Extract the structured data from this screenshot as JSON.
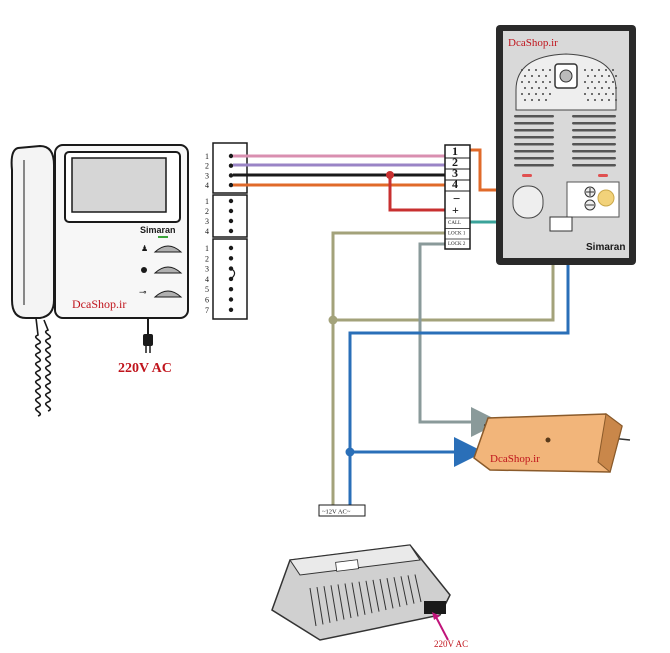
{
  "watermark": "DcaShop.ir",
  "monitor": {
    "brand": "Simaran",
    "power_label": "220V AC"
  },
  "terminal_strip": {
    "group_a": [
      "1",
      "2",
      "3",
      "4"
    ],
    "group_b": [
      "1",
      "2",
      "3",
      "4"
    ],
    "group_c": [
      "1",
      "2",
      "3",
      "4",
      "5",
      "6",
      "7"
    ]
  },
  "junction": {
    "numbers": [
      "1",
      "2",
      "3",
      "4"
    ],
    "minus": "−",
    "plus": "+",
    "labels": [
      "CALL",
      "LOCK 1",
      "LOCK 2"
    ]
  },
  "door_panel": {
    "brand": "Simaran"
  },
  "power_box_label": "~12V AC~",
  "supply_label": "220V AC",
  "wire_colors": {
    "pink": "#d98fb0",
    "purple": "#9a84c6",
    "black": "#1a1a1a",
    "orange": "#e06a2a",
    "red": "#c83030",
    "teal": "#3aa39a",
    "olive": "#a3a27a",
    "gray": "#8a9a9a",
    "blue": "#2a6fb8",
    "watermark_red": "#c0141c"
  }
}
